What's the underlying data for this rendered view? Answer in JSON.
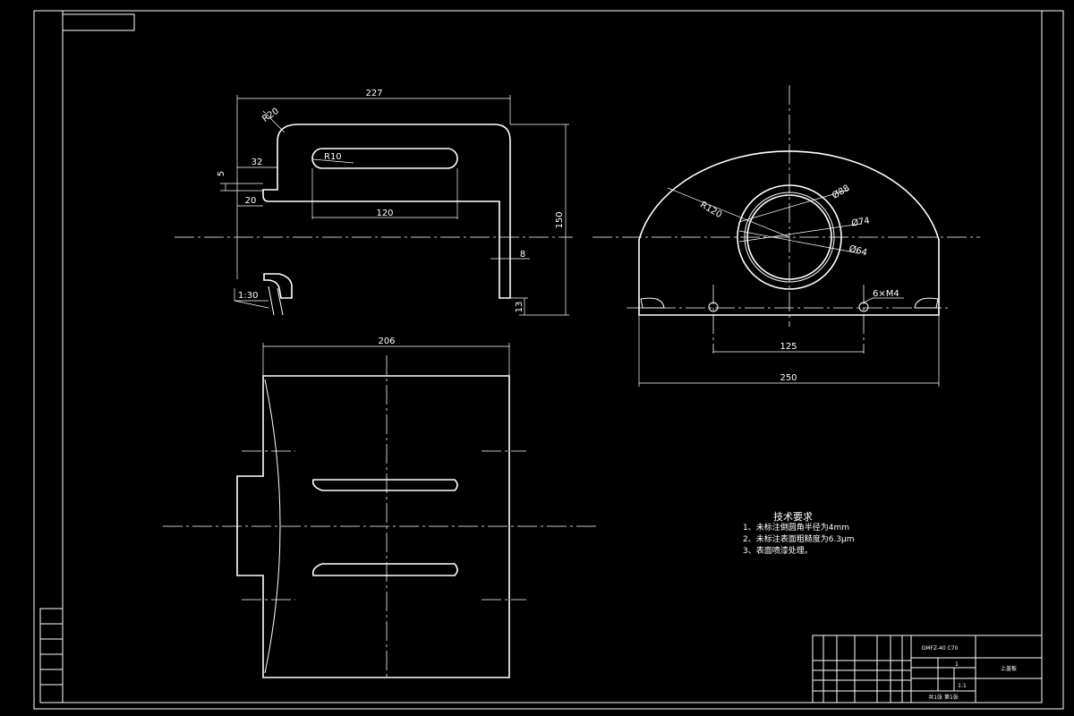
{
  "drawing": {
    "stamp": "",
    "tech_notes": {
      "title": "技术要求",
      "items": [
        "1、未标注倒圆角半径为4mm",
        "2、未标注表面粗糙度为6.3μm",
        "3、表面喷漆处理。"
      ]
    },
    "title_block": {
      "model": "GMFZ-40 C70",
      "org": "",
      "part_name": "上盖板",
      "drawing_no": "",
      "scale": "1:1",
      "qty": "1",
      "sheets": "共1张 第1张"
    },
    "side_block_labels": [
      "",
      "",
      "",
      "",
      "",
      ""
    ]
  },
  "dimensions": {
    "front": {
      "width_top": "227",
      "radius_outer": "R20",
      "radius_inner": "R10",
      "d32": "32",
      "d5": "5",
      "d20": "20",
      "d120": "120",
      "d150": "150",
      "d8": "8",
      "d13": "13",
      "slope": "1:30"
    },
    "side": {
      "r_outer": "R120",
      "dia_outer": "Ø88",
      "dia_mid": "Ø74",
      "dia_inner": "Ø64",
      "bolt": "6×M4",
      "hole_spacing": "125",
      "width": "250"
    },
    "top": {
      "width": "206"
    }
  }
}
